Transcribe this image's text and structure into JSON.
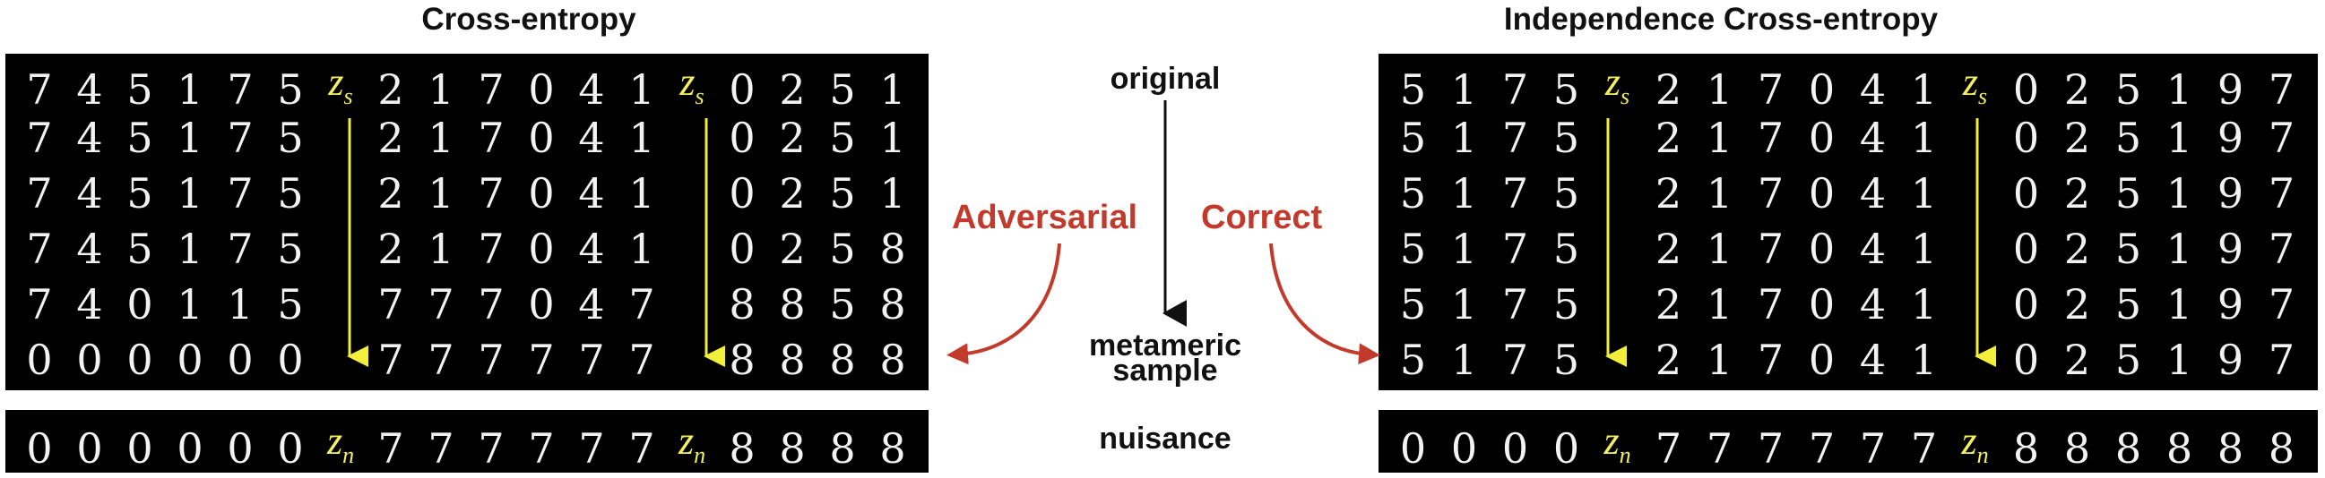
{
  "titles": {
    "left": "Cross-entropy",
    "right": "Independence Cross-entropy"
  },
  "center": {
    "original": "original",
    "metameric_1": "metameric",
    "metameric_2": "sample",
    "nuisance": "nuisance"
  },
  "side_labels": {
    "adversarial": "Adversarial",
    "correct": "Correct"
  },
  "latent_labels": {
    "zs": "z",
    "zs_sub": "s",
    "zn": "z",
    "zn_sub": "n"
  },
  "left_panel": {
    "rows": [
      [
        "7",
        "4",
        "5",
        "1",
        "7",
        "5",
        "zs",
        "2",
        "1",
        "7",
        "0",
        "4",
        "1",
        "zs",
        "0",
        "2",
        "5",
        "1"
      ],
      [
        "7",
        "4",
        "5",
        "1",
        "7",
        "5",
        "",
        "2",
        "1",
        "7",
        "0",
        "4",
        "1",
        "",
        "0",
        "2",
        "5",
        "1"
      ],
      [
        "7",
        "4",
        "5",
        "1",
        "7",
        "5",
        "",
        "2",
        "1",
        "7",
        "0",
        "4",
        "1",
        "",
        "0",
        "2",
        "5",
        "1"
      ],
      [
        "7",
        "4",
        "5",
        "1",
        "7",
        "5",
        "",
        "2",
        "1",
        "7",
        "0",
        "4",
        "1",
        "",
        "0",
        "2",
        "5",
        "8"
      ],
      [
        "7",
        "4",
        "0",
        "1",
        "1",
        "5",
        "",
        "7",
        "7",
        "7",
        "0",
        "4",
        "7",
        "",
        "8",
        "8",
        "5",
        "8"
      ],
      [
        "0",
        "0",
        "0",
        "0",
        "0",
        "0",
        "",
        "7",
        "7",
        "7",
        "7",
        "7",
        "7",
        "",
        "8",
        "8",
        "8",
        "8"
      ]
    ],
    "nuisance_row": [
      "0",
      "0",
      "0",
      "0",
      "0",
      "0",
      "zn",
      "7",
      "7",
      "7",
      "7",
      "7",
      "7",
      "zn",
      "8",
      "8",
      "8",
      "8"
    ]
  },
  "right_panel": {
    "rows": [
      [
        "5",
        "1",
        "7",
        "5",
        "zs",
        "2",
        "1",
        "7",
        "0",
        "4",
        "1",
        "zs",
        "0",
        "2",
        "5",
        "1",
        "9",
        "7"
      ],
      [
        "5",
        "1",
        "7",
        "5",
        "",
        "2",
        "1",
        "7",
        "0",
        "4",
        "1",
        "",
        "0",
        "2",
        "5",
        "1",
        "9",
        "7"
      ],
      [
        "5",
        "1",
        "7",
        "5",
        "",
        "2",
        "1",
        "7",
        "0",
        "4",
        "1",
        "",
        "0",
        "2",
        "5",
        "1",
        "9",
        "7"
      ],
      [
        "5",
        "1",
        "7",
        "5",
        "",
        "2",
        "1",
        "7",
        "0",
        "4",
        "1",
        "",
        "0",
        "2",
        "5",
        "1",
        "9",
        "7"
      ],
      [
        "5",
        "1",
        "7",
        "5",
        "",
        "2",
        "1",
        "7",
        "0",
        "4",
        "1",
        "",
        "0",
        "2",
        "5",
        "1",
        "9",
        "7"
      ],
      [
        "5",
        "1",
        "7",
        "5",
        "",
        "2",
        "1",
        "7",
        "0",
        "4",
        "1",
        "",
        "0",
        "2",
        "5",
        "1",
        "9",
        "7"
      ]
    ],
    "nuisance_row": [
      "0",
      "0",
      "0",
      "0",
      "zn",
      "7",
      "7",
      "7",
      "7",
      "7",
      "7",
      "zn",
      "8",
      "8",
      "8",
      "8",
      "8",
      "8"
    ]
  },
  "colors": {
    "background": "#ffffff",
    "panel": "#000000",
    "digit": "#f2f2f2",
    "latent": "#f5f060",
    "arrow_yellow": "#f2ee3c",
    "red": "#c23a2b",
    "text": "#111111"
  }
}
